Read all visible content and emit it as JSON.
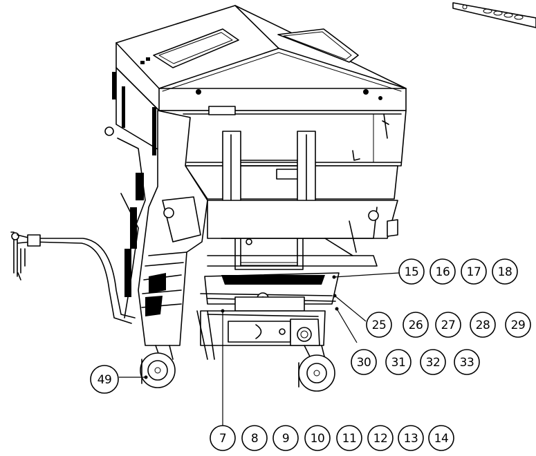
{
  "balloons": [
    {
      "label": "15"
    },
    {
      "label": "16"
    },
    {
      "label": "17"
    },
    {
      "label": "18"
    },
    {
      "label": "25"
    },
    {
      "label": "26"
    },
    {
      "label": "27"
    },
    {
      "label": "28"
    },
    {
      "label": "29"
    },
    {
      "label": "30"
    },
    {
      "label": "31"
    },
    {
      "label": "32"
    },
    {
      "label": "33"
    },
    {
      "label": "49"
    },
    {
      "label": "7"
    },
    {
      "label": "8"
    },
    {
      "label": "9"
    },
    {
      "label": "10"
    },
    {
      "label": "11"
    },
    {
      "label": "12"
    },
    {
      "label": "13"
    },
    {
      "label": "14"
    }
  ]
}
